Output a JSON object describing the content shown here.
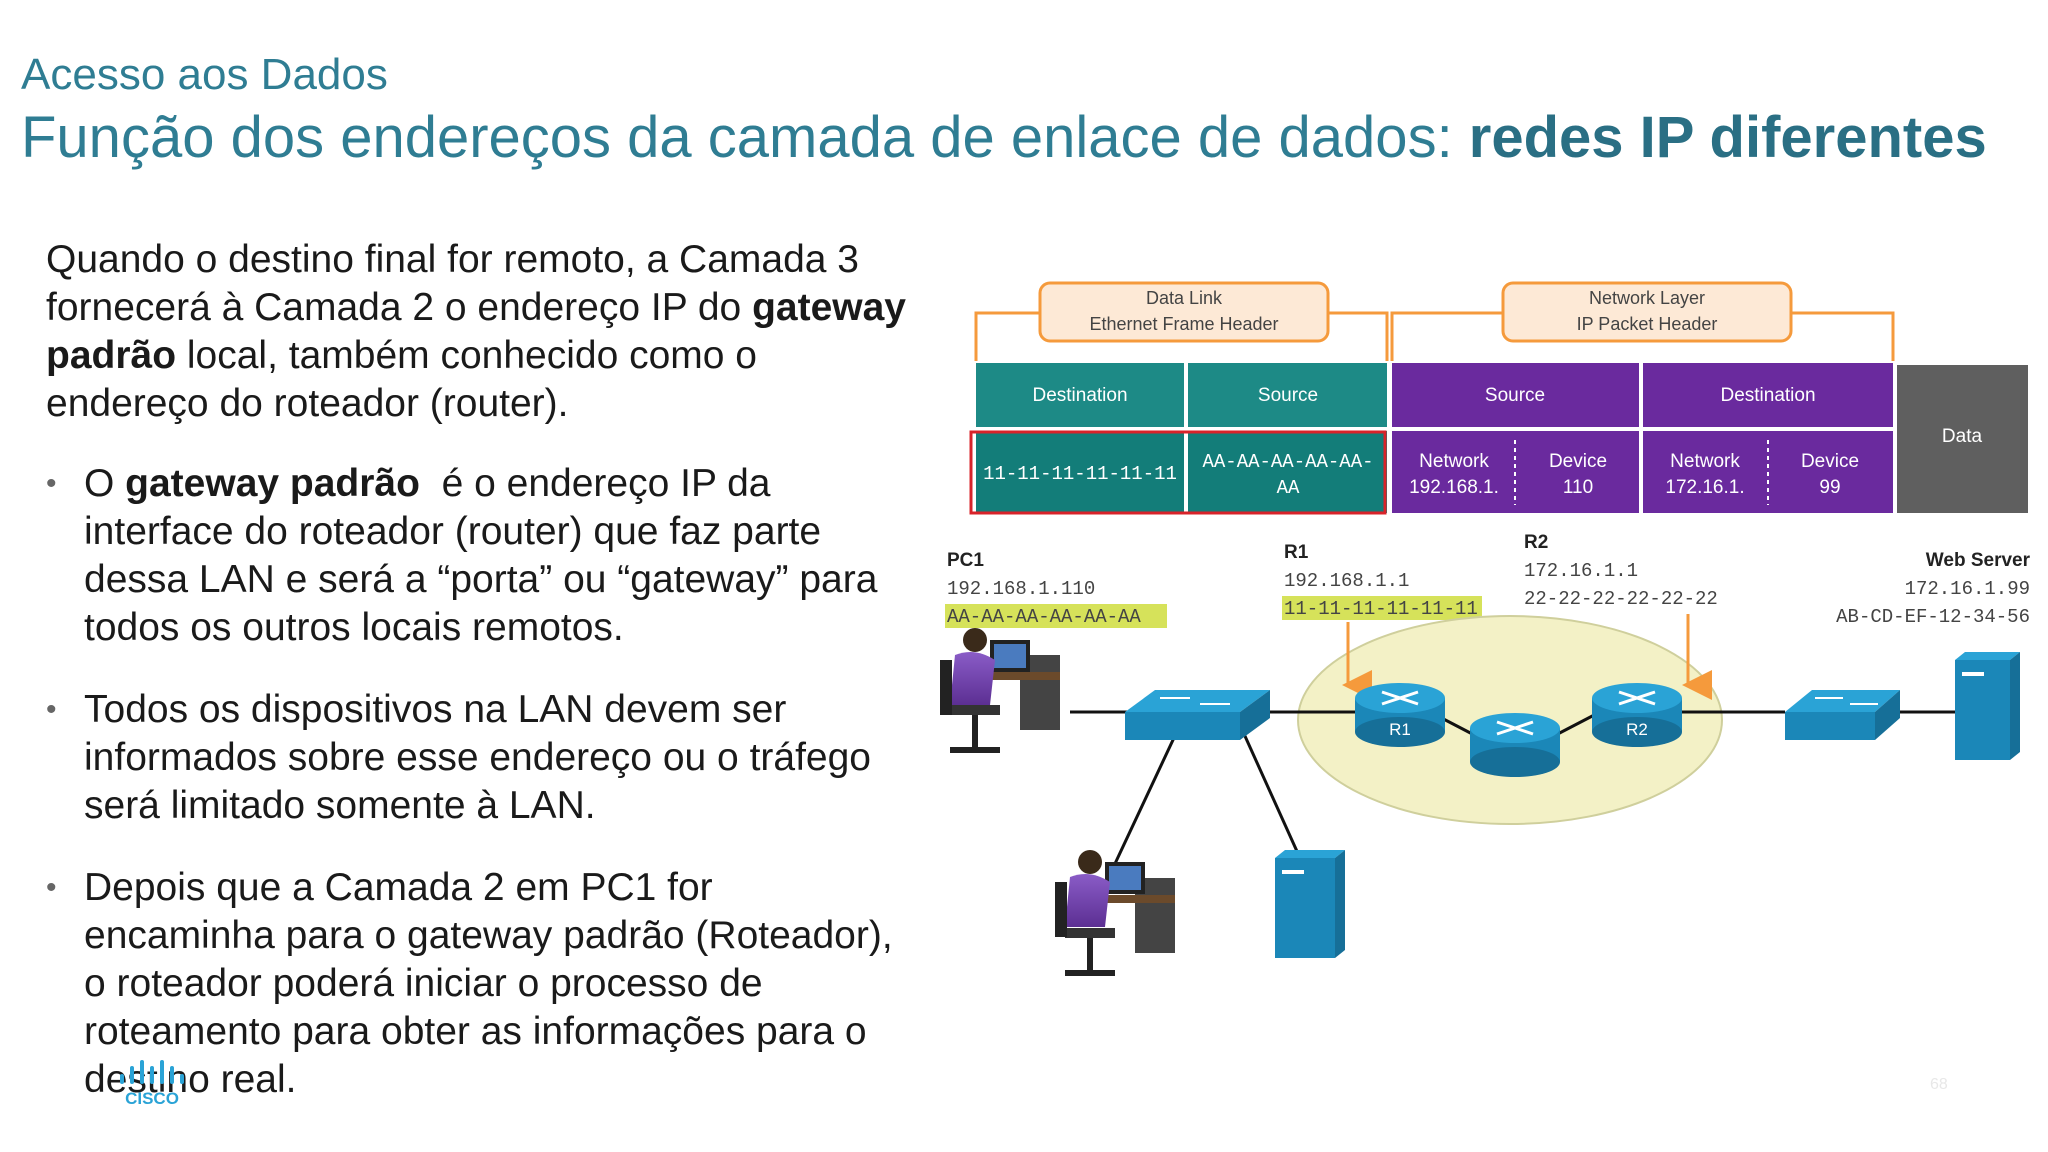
{
  "header": {
    "subtitle": "Acesso aos Dados",
    "title_regular": "Função dos endereços da camada de enlace de dados: ",
    "title_bold": "redes IP diferentes"
  },
  "body": {
    "intro_1": "Quando o destino final for remoto, a Camada 3 fornecerá à Camada 2 o endereço IP do ",
    "intro_bold": "gateway padrão",
    "intro_2": " local, também conhecido como o endereço do roteador (router).",
    "bullet_1_a": "O ",
    "bullet_1_bold": "gateway padrão",
    "bullet_1_b": "  é o endereço IP da interface do roteador (router) que faz parte dessa LAN e será a “porta” ou “gateway” para todos os outros locais remotos.",
    "bullet_2": "Todos os dispositivos na LAN devem ser informados sobre esse endereço ou o tráfego será limitado somente à LAN.",
    "bullet_3": "Depois que a Camada 2 em PC1 for encaminha para o gateway padrão (Roteador), o roteador poderá iniciar o processo de roteamento para obter as informações para o destino real."
  },
  "diagram": {
    "datalink_line1": "Data Link",
    "datalink_line2": "Ethernet Frame Header",
    "network_line1": "Network Layer",
    "network_line2": "IP Packet Header",
    "col_destination": "Destination",
    "col_source": "Source",
    "col_ip_source": "Source",
    "col_ip_destination": "Destination",
    "col_data": "Data",
    "mac_dest": "11-11-11-11-11-11",
    "mac_src_1": "AA-AA-AA-AA-AA-",
    "mac_src_2": "AA",
    "network_label": "Network",
    "device_label": "Device",
    "src_network": "192.168.1.",
    "src_device": "110",
    "dst_network": "172.16.1.",
    "dst_device": "99",
    "pc1_name": "PC1",
    "pc1_ip": "192.168.1.110",
    "pc1_mac": "AA-AA-AA-AA-AA-AA",
    "r1_name": "R1",
    "r1_ip": "192.168.1.1",
    "r1_mac": "11-11-11-11-11-11",
    "r2_name": "R2",
    "r2_ip": "172.16.1.1",
    "r2_mac": "22-22-22-22-22-22",
    "ws_name": "Web Server",
    "ws_ip": "172.16.1.99",
    "ws_mac": "AB-CD-EF-12-34-56",
    "router_r1_label": "R1",
    "router_r2_label": "R2"
  },
  "footer": {
    "logo_text": "CISCO",
    "page_number": "68"
  },
  "colors": {
    "title": "#2f7d93",
    "teal_header": "#1d8a86",
    "teal_row": "#137d79",
    "purple": "#6a2a9e",
    "data_grey": "#5f5f5f",
    "orange": "#f59a3c",
    "highlight": "#d6e25a",
    "red_box": "#d8232a",
    "device_blue": "#1b87b8"
  }
}
